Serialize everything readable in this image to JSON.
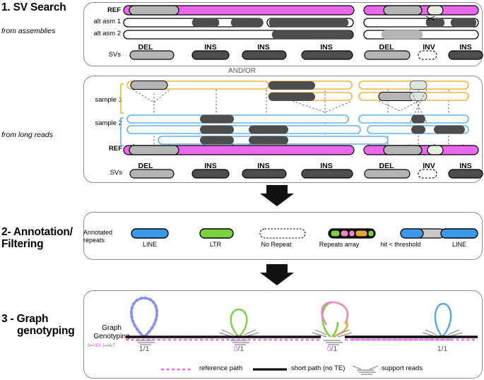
{
  "figure": {
    "steps": [
      {
        "id": "step1",
        "title": "1. SV Search",
        "notes": [
          "from assemblies",
          "from long reads"
        ]
      },
      {
        "id": "step2",
        "title": "2- Annotation/ Filtering",
        "title_line1": "2- Annotation/",
        "title_line2": "Filtering"
      },
      {
        "id": "step3",
        "title": "3 - Graph genotyping",
        "title_line1": "3 - Graph",
        "title_line2": "genotyping"
      }
    ],
    "connector": "AND/OR"
  },
  "panel_assemblies": {
    "row_labels": [
      "REF",
      "alt asm 1",
      "alt asm 2",
      "SVs"
    ],
    "sv_labels": [
      "DEL",
      "INS",
      "INS",
      "INS",
      "DEL",
      "INV",
      "INS"
    ],
    "sv_types": [
      "del",
      "ins",
      "ins",
      "ins",
      "del",
      "inv",
      "ins"
    ]
  },
  "panel_longreads": {
    "row_labels": [
      "sample 1",
      "sample 2",
      "REF",
      "SVs"
    ],
    "sv_labels": [
      "DEL",
      "INS",
      "INS",
      "INS",
      "DEL",
      "INV",
      "INS"
    ],
    "sv_types": [
      "del",
      "ins",
      "ins",
      "ins",
      "del",
      "inv",
      "ins"
    ]
  },
  "panel_annotation": {
    "side_label_line1": "Annotated",
    "side_label_line2": "repeats",
    "items": [
      {
        "label": "LINE",
        "kind": "solid",
        "color": "#3a9ae8"
      },
      {
        "label": "LTR",
        "kind": "solid",
        "color": "#7ad23f"
      },
      {
        "label": "No Repeat",
        "kind": "dashed",
        "color": "#ffffff"
      },
      {
        "label": "Repeats array",
        "kind": "array",
        "colors": [
          "#7ad23f",
          "#ee86c4",
          "#e0a93b",
          "#7ad23f"
        ]
      },
      {
        "label": "hit < threshold",
        "kind": "partial",
        "color": "#3a9ae8",
        "color2": "#c9c9c9"
      },
      {
        "label": "LINE",
        "kind": "solid",
        "color": "#3a9ae8"
      }
    ]
  },
  "panel_genotyping": {
    "side_label_line1": "Graph",
    "side_label_line2": "Genotyping",
    "key_zero": "0=",
    "key_ref": "REF",
    "key_one": " 1=ALT",
    "loci": [
      {
        "genotype": "1/1",
        "gt_alt_zero": false,
        "loop": "blue",
        "reads": "below",
        "refpath": true
      },
      {
        "genotype": "0/1",
        "gt_alt_zero": true,
        "loop": "green",
        "reads": "both",
        "refpath": true
      },
      {
        "genotype": "0/1",
        "gt_alt_zero": true,
        "loop": "multi",
        "reads": "both",
        "refpath": true
      },
      {
        "genotype": "1/1",
        "gt_alt_zero": false,
        "loop": "blue",
        "reads": "sides",
        "refpath": true
      }
    ],
    "legend": [
      {
        "label": "reference path",
        "style": "dashed-magenta"
      },
      {
        "label": "short path (no TE)",
        "style": "solid-black"
      },
      {
        "label": "support reads",
        "style": "reads"
      }
    ]
  },
  "colors": {
    "magenta": "#ea68ea",
    "ref_grey": "#b5b5b5",
    "ins_grey": "#4d4d4d",
    "inv_pale": "#e8ece0",
    "sample1": "#f2b63c",
    "sample2": "#63b3ef",
    "blue": "#3a9ae8",
    "green": "#7ad23f",
    "pink": "#ee86c4",
    "orange": "#e0a93b",
    "reads_grey": "#9a9a9a"
  }
}
